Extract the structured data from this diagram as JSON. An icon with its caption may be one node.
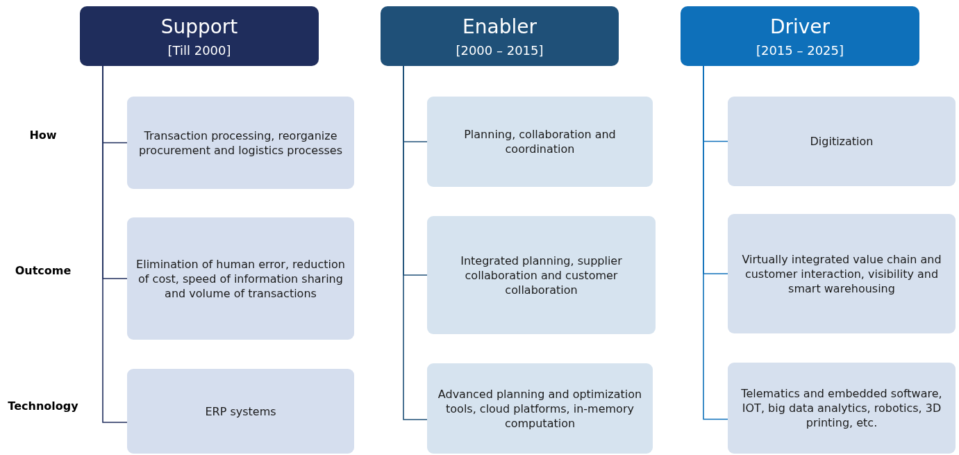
{
  "diagram": {
    "nodes": [
      {
        "text": [
          "Support",
          "[Till 2000]"
        ]
      },
      {
        "text": [
          "Transaction processing, reorganize procurement and logistics processes"
        ]
      },
      {
        "text": [
          "Elimination of human error, reduction of cost, speed of information sharing and volume of transactions"
        ]
      },
      {
        "text": [
          "ERP systems"
        ]
      },
      {
        "text": [
          "Enabler",
          "[2000 – 2015]"
        ]
      },
      {
        "text": [
          "Planning, collaboration and coordination"
        ]
      },
      {
        "text": [
          "Integrated planning, supplier collaboration and customer collaboration"
        ]
      },
      {
        "text": [
          "Advanced planning and optimization tools, cloud platforms, in-memory computation"
        ]
      },
      {
        "text": [
          "Driver",
          "[2015 – 2025]"
        ]
      },
      {
        "text": [
          "Digitization"
        ]
      },
      {
        "text": [
          "Virtually integrated value chain and customer interaction, visibility and smart warehousing"
        ]
      },
      {
        "text": [
          "Telematics and embedded software, IOT, big data analytics, robotics, 3D printing, etc."
        ]
      }
    ],
    "edges": [
      {
        "from": 0,
        "to": 1,
        "arrow": "none",
        "color": "#1f2d5c"
      },
      {
        "from": 0,
        "to": 2,
        "arrow": "none",
        "color": "#1f2d5c"
      },
      {
        "from": 0,
        "to": 3,
        "arrow": "none",
        "color": "#1f2d5c"
      },
      {
        "from": 4,
        "to": 5,
        "arrow": "none",
        "color": "#1f5078"
      },
      {
        "from": 4,
        "to": 6,
        "arrow": "none",
        "color": "#1f5078"
      },
      {
        "from": 4,
        "to": 7,
        "arrow": "none",
        "color": "#1f5078"
      },
      {
        "from": 8,
        "to": 9,
        "arrow": "none",
        "color": "#0e70ba"
      },
      {
        "from": 8,
        "to": 10,
        "arrow": "none",
        "color": "#0e70ba"
      },
      {
        "from": 8,
        "to": 11,
        "arrow": "none",
        "color": "#0e70ba"
      }
    ],
    "labels": [
      "How",
      "Outcome",
      "Technology"
    ]
  }
}
